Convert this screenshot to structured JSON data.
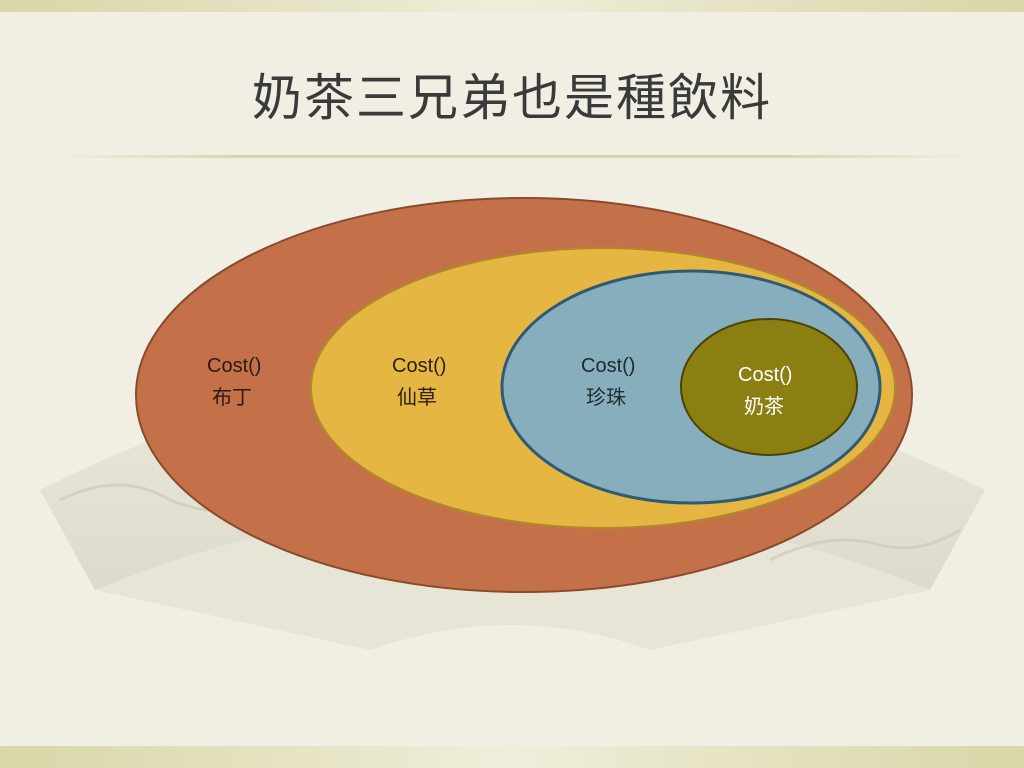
{
  "title": "奶茶三兄弟也是種飲料",
  "layers": [
    {
      "method": "Cost()",
      "name": "布丁",
      "fill": "#c4714a",
      "text_color": "#2b1a12"
    },
    {
      "method": "Cost()",
      "name": "仙草",
      "fill": "#e5b642",
      "text_color": "#2b2010"
    },
    {
      "method": "Cost()",
      "name": "珍珠",
      "fill": "#86aebd",
      "text_color": "#1d2a30"
    },
    {
      "method": "Cost()",
      "name": "奶茶",
      "fill": "#8c7f12",
      "text_color": "#ffffff"
    }
  ],
  "colors": {
    "background": "#f1efe3",
    "outline": "#8a4a2c"
  }
}
